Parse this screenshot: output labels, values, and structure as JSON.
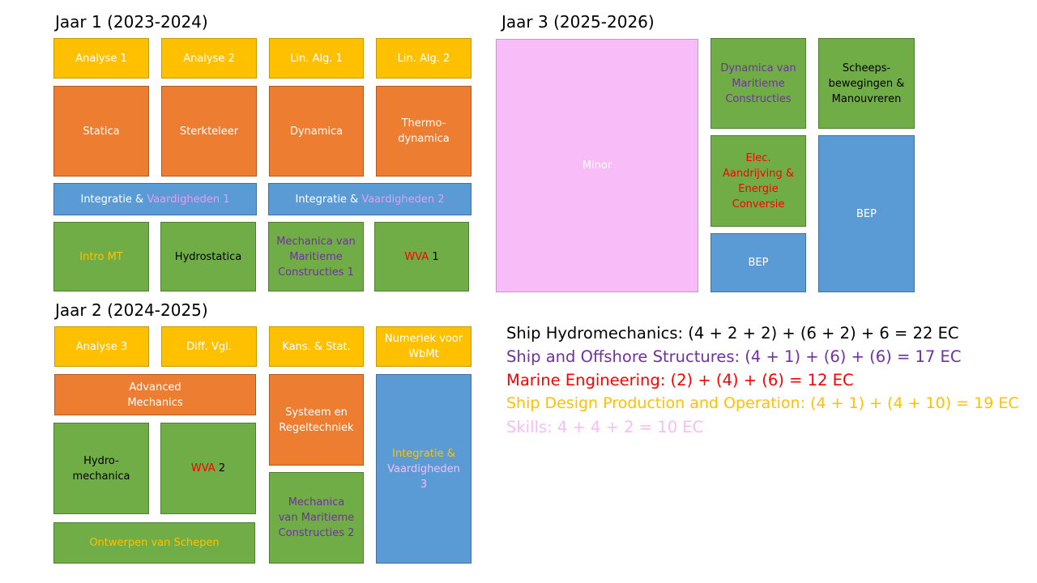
{
  "colors": {
    "yellow": "#ffc000",
    "orange": "#ed7d31",
    "blue": "#5b9bd5",
    "green": "#70ad47",
    "pink": "#f8bcf8",
    "purple": "#7030a0",
    "red": "#ff0000",
    "lavender": "#e89cf0"
  },
  "headings": {
    "year1": "Jaar 1 (2023-2024)",
    "year2": "Jaar 2 (2024-2025)",
    "year3": "Jaar 3 (2025-2026)"
  },
  "courses": {
    "analyse1": "Analyse 1",
    "analyse2": "Analyse 2",
    "linalg1": "Lin. Alg. 1",
    "linalg2": "Lin. Alg. 2",
    "statica": "Statica",
    "sterkteleer": "Sterkteleer",
    "dynamica": "Dynamica",
    "thermo_l1": "Thermo-",
    "thermo_l2": "dynamica",
    "iv1_a": "Integratie & ",
    "iv1_b": "Vaardigheden 1",
    "iv2_a": "Integratie & ",
    "iv2_b": "Vaardigheden 2",
    "intro_mt": "Intro MT",
    "hydrostatica": "Hydrostatica",
    "mmc1_l1": "Mechanica van",
    "mmc1_l2": "Maritieme",
    "mmc1_l3": "Constructies 1",
    "wva1_a": "WVA",
    "wva1_b": " 1",
    "analyse3": "Analyse 3",
    "diffvgl": "Diff. Vgl.",
    "kansstat": "Kans. & Stat.",
    "num_l1": "Numeriek voor",
    "num_l2": "WbMt",
    "adv_l1": "Advanced",
    "adv_l2": "Mechanics",
    "sys_l1": "Systeem en",
    "sys_l2": "Regeltechniek",
    "iv3_l1": "Integratie &",
    "iv3_l2": "Vaardigheden",
    "iv3_l3": "3",
    "hydromech_l1": "Hydro-",
    "hydromech_l2": "mechanica",
    "wva2_a": "WVA",
    "wva2_b": " 2",
    "mmc2_l1": "Mechanica",
    "mmc2_l2": "van Maritieme",
    "mmc2_l3": "Constructies 2",
    "ontwerpen": "Ontwerpen van Schepen",
    "minor": "Minor",
    "dynmar_l1": "Dynamica van",
    "dynmar_l2": "Maritieme",
    "dynmar_l3": "Constructies",
    "scheeps_l1": "Scheeps-",
    "scheeps_l2": "bewegingen &",
    "scheeps_l3": "Manouvreren",
    "elec_l1": "Elec.",
    "elec_l2": "Aandrijving &",
    "elec_l3": "Energie",
    "elec_l4": "Conversie",
    "bep_small": "BEP",
    "bep_large": "BEP"
  },
  "summary": {
    "hydro_label": "Ship Hydromechanics: ",
    "hydro_formula": "(4 + 2 + 2) + (6 + 2) + 6 = 22 EC",
    "struct_label": "Ship and Offshore Structures: ",
    "struct_formula": "(4 + 1) + (6) + (6) = 17 EC",
    "marine_label": "Marine Engineering: ",
    "marine_formula": "(2) + (4) + (6) = 12 EC",
    "design_label": "Ship Design Production and Operation: ",
    "design_formula": "(4 + 1) + (4 + 10) = 19 EC",
    "skills_label": "Skills: ",
    "skills_formula": "4 + 4 + 2 = 10 EC"
  }
}
